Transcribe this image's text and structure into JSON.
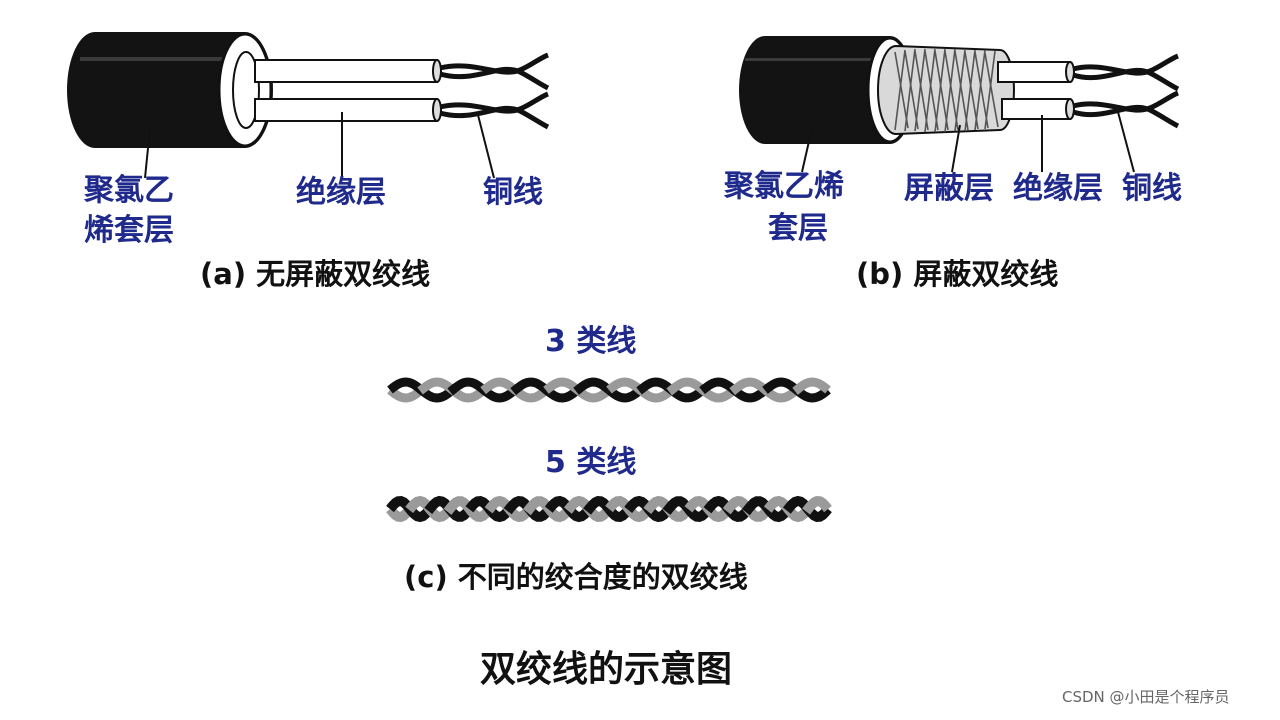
{
  "labels": {
    "a_pvc_line1": "聚氯乙",
    "a_pvc_line2": "烯套层",
    "a_insulation": "绝缘层",
    "a_copper": "铜线",
    "a_caption": "(a) 无屏蔽双绞线",
    "b_pvc_line1": "聚氯乙烯",
    "b_pvc_line2": "套层",
    "b_shield": "屏蔽层",
    "b_insulation": "绝缘层",
    "b_copper": "铜线",
    "b_caption": "(b) 屏蔽双绞线",
    "cat3": "3 类线",
    "cat5": "5 类线",
    "c_caption": "(c) 不同的绞合度的双绞线",
    "figure_title": "双绞线的示意图",
    "watermark": "CSDN @小田是个程序员"
  },
  "colors": {
    "label_blue": "#1f2a8c",
    "jacket": "#111111",
    "gray_wire": "#9a9a9a"
  },
  "twist": {
    "cat3_crossings": 14,
    "cat5_crossings": 22
  }
}
